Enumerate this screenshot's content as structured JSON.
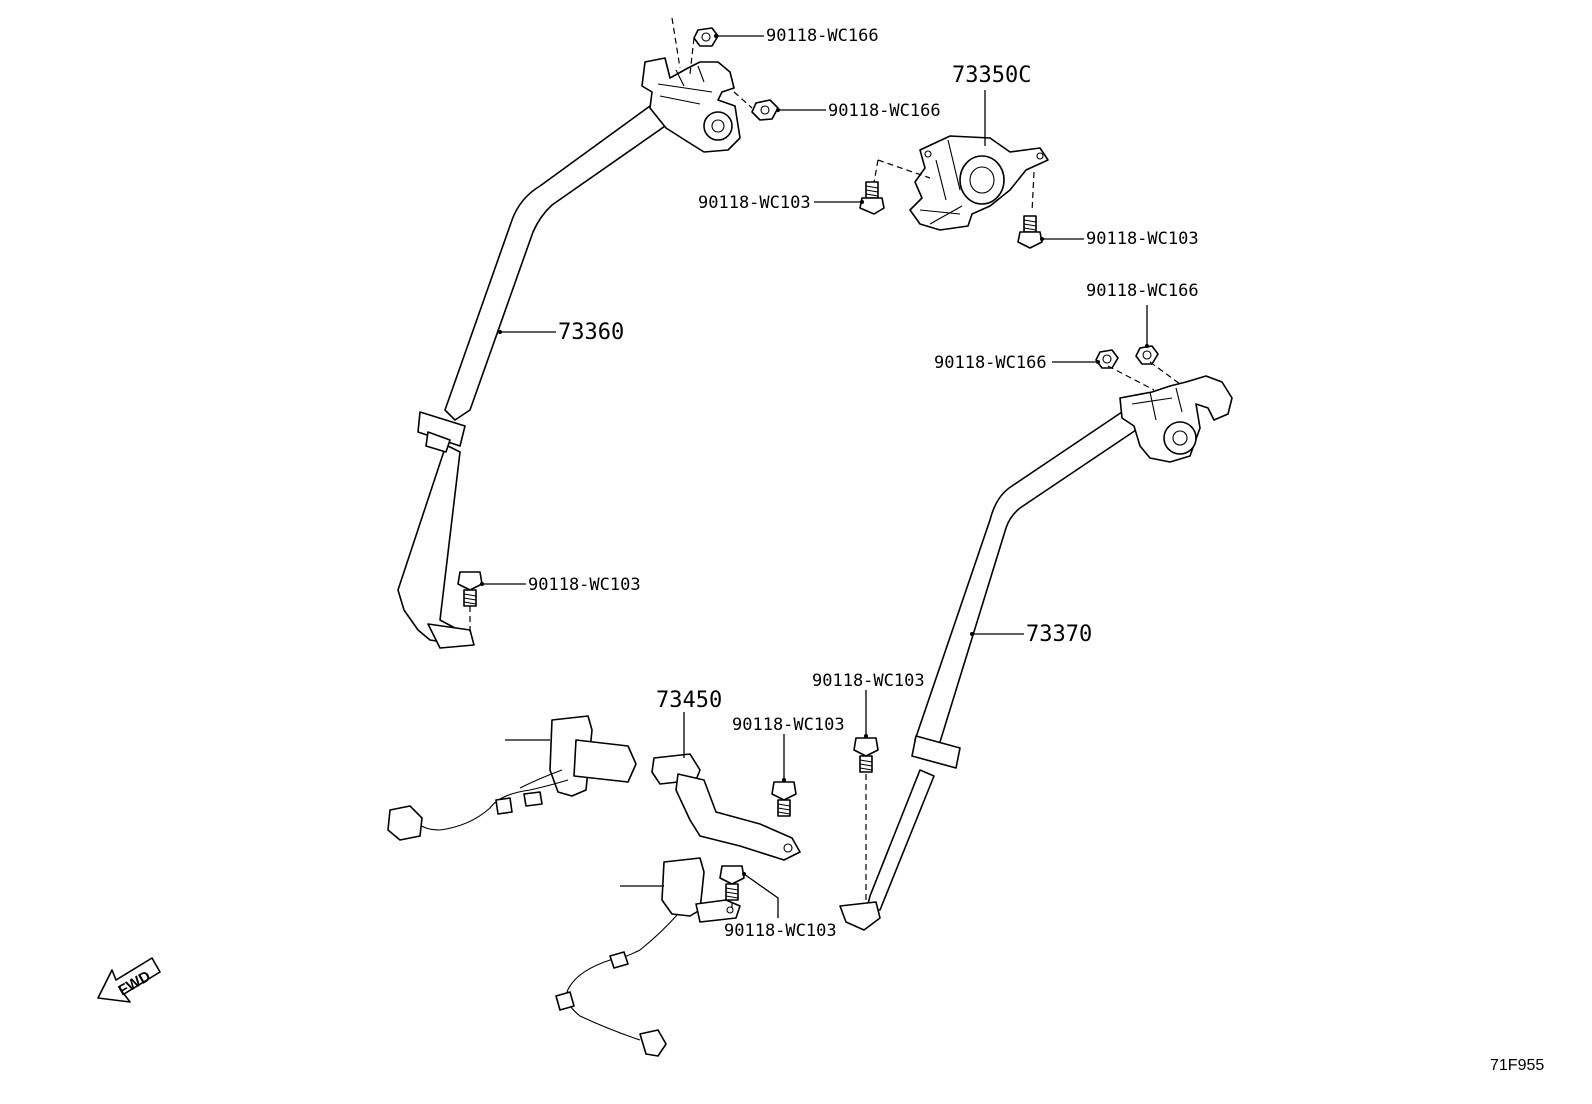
{
  "labels": {
    "nut_upper_1": "90118-WC166",
    "nut_upper_2": "90118-WC166",
    "retractor": "73350C",
    "bolt_retractor_left": "90118-WC103",
    "bolt_retractor_right": "90118-WC103",
    "belt_left": "73360",
    "nut_right_top": "90118-WC166",
    "nut_right_mid": "90118-WC166",
    "bolt_left_lower": "90118-WC103",
    "belt_right": "73370",
    "bolt_right_lower": "90118-WC103",
    "buckle": "73450",
    "bolt_buckle": "90118-WC103",
    "bolt_bottom": "90118-WC103"
  },
  "fwd_label": "FWD",
  "figure_code": "71F955",
  "icons": {
    "fwd": "fwd-arrow-icon"
  }
}
